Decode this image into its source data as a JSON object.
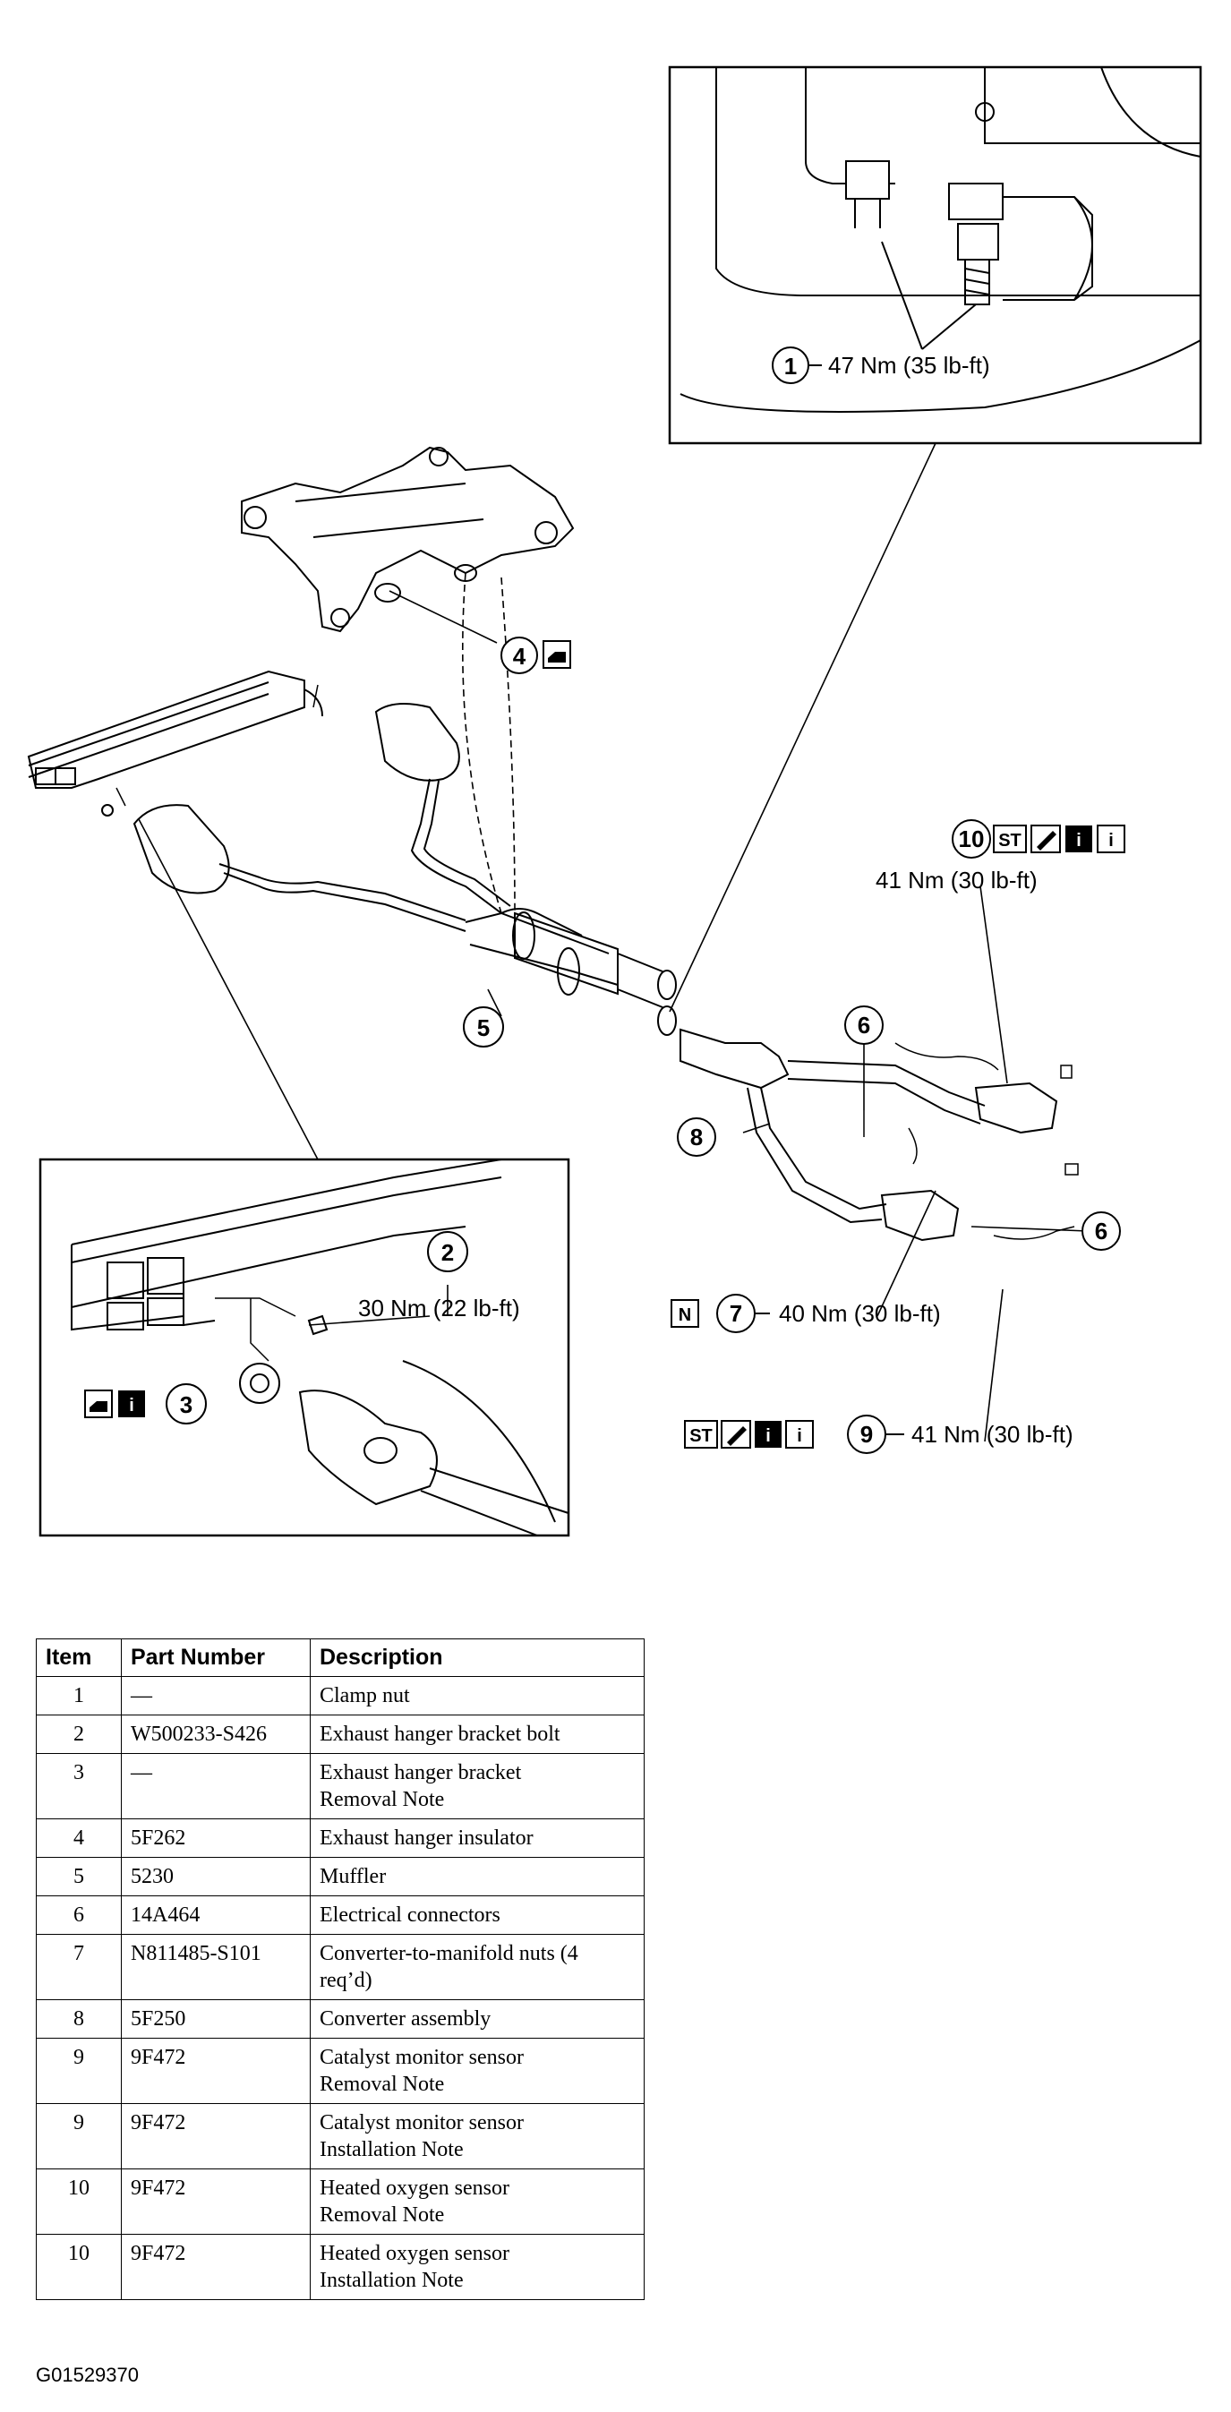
{
  "callouts": {
    "c1": {
      "num": "1",
      "torque": "47 Nm (35 lb-ft)"
    },
    "c2": {
      "num": "2",
      "torque": "30 Nm (22 lb-ft)"
    },
    "c3": {
      "num": "3"
    },
    "c4": {
      "num": "4"
    },
    "c5": {
      "num": "5"
    },
    "c6a": {
      "num": "6"
    },
    "c6b": {
      "num": "6"
    },
    "c7": {
      "num": "7",
      "torque": "40 Nm (30 lb-ft)"
    },
    "c8": {
      "num": "8"
    },
    "c9": {
      "num": "9",
      "torque": "41 Nm (30 lb-ft)"
    },
    "c10": {
      "num": "10",
      "torque": "41 Nm (30 lb-ft)"
    }
  },
  "icon_labels": {
    "st": "ST",
    "n": "N",
    "i": "i"
  },
  "table": {
    "headers": [
      "Item",
      "Part Number",
      "Description"
    ],
    "rows": [
      {
        "item": "1",
        "part": "—",
        "desc1": "Clamp nut",
        "desc2": ""
      },
      {
        "item": "2",
        "part": "W500233-S426",
        "desc1": "Exhaust hanger bracket bolt",
        "desc2": ""
      },
      {
        "item": "3",
        "part": "—",
        "desc1": "Exhaust hanger bracket",
        "desc2": "Removal Note"
      },
      {
        "item": "4",
        "part": "5F262",
        "desc1": "Exhaust hanger insulator",
        "desc2": ""
      },
      {
        "item": "5",
        "part": "5230",
        "desc1": "Muffler",
        "desc2": ""
      },
      {
        "item": "6",
        "part": "14A464",
        "desc1": "Electrical connectors",
        "desc2": ""
      },
      {
        "item": "7",
        "part": "N811485-S101",
        "desc1": "Converter-to-manifold nuts (4",
        "desc2": "req’d)"
      },
      {
        "item": "8",
        "part": "5F250",
        "desc1": "Converter assembly",
        "desc2": ""
      },
      {
        "item": "9",
        "part": "9F472",
        "desc1": "Catalyst monitor sensor",
        "desc2": "Removal Note"
      },
      {
        "item": "9",
        "part": "9F472",
        "desc1": "Catalyst monitor sensor",
        "desc2": "Installation Note"
      },
      {
        "item": "10",
        "part": "9F472",
        "desc1": "Heated oxygen sensor",
        "desc2": "Removal Note"
      },
      {
        "item": "10",
        "part": "9F472",
        "desc1": "Heated oxygen sensor",
        "desc2": "Installation Note"
      }
    ]
  },
  "figure_id": "G01529370"
}
